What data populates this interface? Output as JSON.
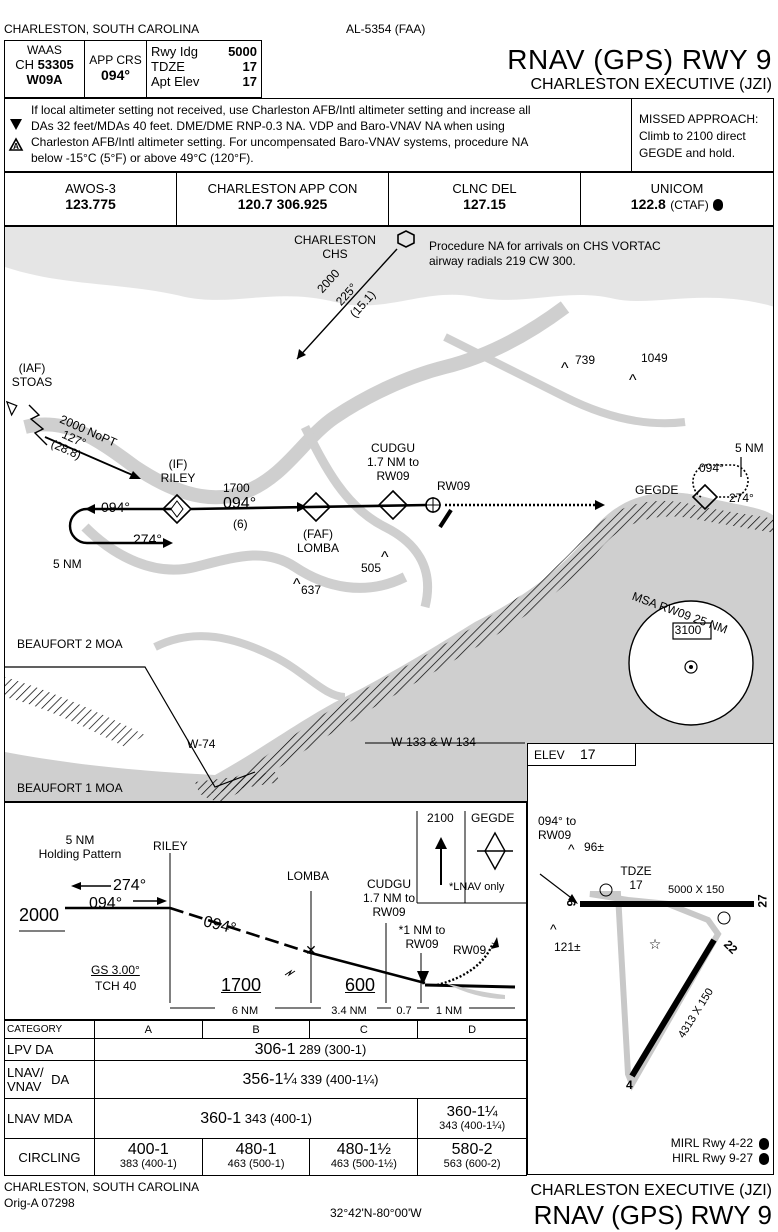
{
  "header": {
    "location": "CHARLESTON, SOUTH CAROLINA",
    "chart_id": "AL-5354 (FAA)",
    "waas_label": "WAAS",
    "waas_ch": "CH",
    "waas_ch_num": "53305",
    "waas_id": "W09A",
    "app_crs_label": "APP CRS",
    "app_crs": "094°",
    "rwy_ldg_label": "Rwy Idg",
    "rwy_ldg": "5000",
    "tdze_label": "TDZE",
    "tdze": "17",
    "apt_elev_label": "Apt Elev",
    "apt_elev": "17",
    "title": "RNAV (GPS) RWY 9",
    "airport": "CHARLESTON EXECUTIVE (JZI)"
  },
  "notes": {
    "line1": "If local altimeter setting not received, use Charleston AFB/Intl altimeter setting and increase all",
    "line2": "DAs 32 feet/MDAs 40 feet. DME/DME RNP-0.3 NA. VDP and Baro-VNAV NA when using",
    "line3": "Charleston AFB/Intl altimeter setting. For uncompensated Baro-VNAV systems, procedure NA",
    "line4": "below -15°C (5°F) or above 49°C (120°F).",
    "missed1": "MISSED APPROACH:",
    "missed2": "Climb to 2100 direct",
    "missed3": "GEGDE and hold."
  },
  "comms": [
    {
      "name": "AWOS-3",
      "freq": "123.775"
    },
    {
      "name": "CHARLESTON APP CON",
      "freq": "120.7  306.925"
    },
    {
      "name": "CLNC DEL",
      "freq": "127.15"
    },
    {
      "name": "UNICOM",
      "freq": "122.8",
      "extra": "(CTAF)"
    }
  ],
  "plan": {
    "chs1": "CHARLESTON",
    "chs2": "CHS",
    "proc_na1": "Procedure NA for arrivals on CHS VORTAC",
    "proc_na2": "airway radials 219 CW 300.",
    "chs_alt": "2000",
    "chs_crs": "225°",
    "chs_dist": "(15.1)",
    "iaf": "(IAF)",
    "stoas": "STOAS",
    "stoas_alt": "2000 NoPT",
    "stoas_crs": "127°",
    "stoas_dist": "(28.8)",
    "if": "(IF)",
    "riley": "RILEY",
    "hold_out": "094°",
    "hold_in": "274°",
    "hold_nm": "5 NM",
    "seg_alt": "1700",
    "seg_crs": "094°",
    "seg_dist": "(6)",
    "faf": "(FAF)",
    "lomba": "LOMBA",
    "cudgu": "CUDGU",
    "cudgu_nm": "1.7 NM to",
    "cudgu_rw": "RW09",
    "rw09": "RW09",
    "obs1": "739",
    "obs2": "1049",
    "obs3": "505",
    "obs4": "637",
    "gegde": "GEGDE",
    "g_nm": "5 NM",
    "g_out": "094°",
    "g_in": "274°",
    "msa": "MSA RW09 25 NM",
    "msa_alt": "3100",
    "beaufort2": "BEAUFORT 2  MOA",
    "beaufort1": "BEAUFORT 1  MOA",
    "w74": "W-74",
    "w133": "W-133 & W-134"
  },
  "airport_diag": {
    "elev_label": "ELEV",
    "elev": "17",
    "crs1": "094° to",
    "crs2": "RW09",
    "obs96": "96±",
    "obs121": "121±",
    "tdze_label": "TDZE",
    "tdze": "17",
    "rwy927_dim": "5000 X 150",
    "rwy422_dim": "4313 X 150",
    "rwy9": "9",
    "rwy27": "27",
    "rwy4": "4",
    "rwy22": "22",
    "mirl": "MIRL Rwy 4-22",
    "hirl": "HIRL Rwy 9-27"
  },
  "profile": {
    "hold1": "5 NM",
    "hold2": "Holding Pattern",
    "riley": "RILEY",
    "lomba": "LOMBA",
    "cudgu": "CUDGU",
    "cudgu_nm": "1.7 NM to",
    "cudgu_rw": "RW09",
    "lnav_only": "*LNAV only",
    "onenm1": "*1 NM to",
    "onenm2": "RW09",
    "rw09": "RW09",
    "alt2000": "2000",
    "crs274": "274°",
    "crs094a": "094°",
    "crs094b": "094°",
    "gs": "GS 3.00°",
    "tch": "TCH 40",
    "alt1700": "1700",
    "alt600": "600",
    "d6": "6 NM",
    "d34": "3.4 NM",
    "d07": "0.7",
    "d1": "1 NM",
    "ma_alt": "2100",
    "ma_fix": "GEGDE"
  },
  "minimums": {
    "category_label": "CATEGORY",
    "cats": [
      "A",
      "B",
      "C",
      "D"
    ],
    "lpv_label": "LPV  DA",
    "lpv_main": "306-1",
    "lpv_sub": "289 (300-1)",
    "lnav_vnav_label1": "LNAV/",
    "lnav_vnav_label2": "VNAV",
    "lnav_vnav_da": "DA",
    "lnav_vnav_main": "356-1¼",
    "lnav_vnav_sub": "339 (400-1¼)",
    "lnav_label": "LNAV  MDA",
    "lnav_main": "360-1",
    "lnav_sub": "343 (400-1)",
    "lnav_d_main": "360-1¼",
    "lnav_d_sub": "343 (400-1¼)",
    "circ_label": "CIRCLING",
    "circ": [
      {
        "main": "400-1",
        "sub": "383 (400-1)"
      },
      {
        "main": "480-1",
        "sub": "463 (500-1)"
      },
      {
        "main": "480-1½",
        "sub": "463 (500-1½)"
      },
      {
        "main": "580-2",
        "sub": "563 (600-2)"
      }
    ]
  },
  "footer": {
    "location": "CHARLESTON, SOUTH CAROLINA",
    "amend": "Orig-A  07298",
    "coords": "32°42'N-80°00'W",
    "airport": "CHARLESTON EXECUTIVE (JZI)",
    "title": "RNAV (GPS) RWY 9"
  }
}
